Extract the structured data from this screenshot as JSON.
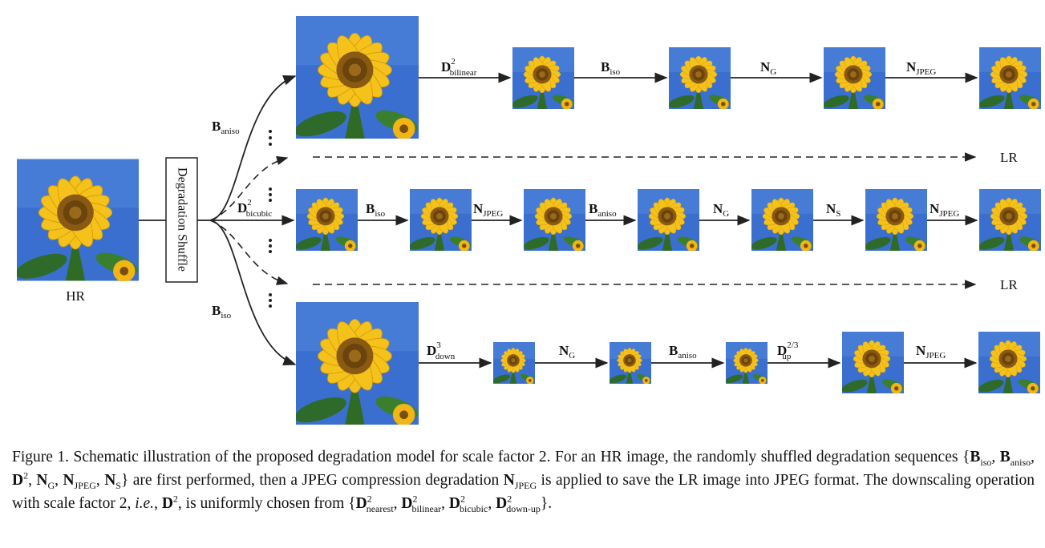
{
  "figure": {
    "hr_label": "HR",
    "shuffle_label": "Degradation Shuffle",
    "lr_label_1": "LR",
    "lr_label_2": "LR",
    "branch_labels": {
      "b_aniso": {
        "sym": "B",
        "sub": "aniso"
      },
      "d2_bicubic": {
        "sym": "D",
        "sub": "bicubic",
        "sup": "2"
      },
      "b_iso": {
        "sym": "B",
        "sub": "iso"
      }
    },
    "row1_ops": [
      {
        "sym": "D",
        "sub": "bilinear",
        "sup": "2"
      },
      {
        "sym": "B",
        "sub": "iso",
        "sup": ""
      },
      {
        "sym": "N",
        "sub": "G",
        "sup": ""
      },
      {
        "sym": "N",
        "sub": "JPEG",
        "sup": ""
      }
    ],
    "row2_ops": [
      {
        "sym": "B",
        "sub": "iso",
        "sup": ""
      },
      {
        "sym": "N",
        "sub": "JPEG",
        "sup": ""
      },
      {
        "sym": "B",
        "sub": "aniso",
        "sup": ""
      },
      {
        "sym": "N",
        "sub": "G",
        "sup": ""
      },
      {
        "sym": "N",
        "sub": "S",
        "sup": ""
      },
      {
        "sym": "N",
        "sub": "JPEG",
        "sup": ""
      }
    ],
    "row3_ops": [
      {
        "sym": "D",
        "sub": "down",
        "sup": "3"
      },
      {
        "sym": "N",
        "sub": "G",
        "sup": ""
      },
      {
        "sym": "B",
        "sub": "aniso",
        "sup": ""
      },
      {
        "sym": "D",
        "sub": "up",
        "sup": "2/3"
      },
      {
        "sym": "N",
        "sub": "JPEG",
        "sup": ""
      }
    ],
    "colors": {
      "sky": "#3a6fcf",
      "petal": "#f4c21a",
      "center": "#8a5a12",
      "leaf": "#2e6b2a"
    }
  },
  "caption": {
    "t1": "Figure 1. Schematic illustration of the proposed degradation model for scale factor 2. For an HR image, the randomly shuffled degradation sequences ",
    "t2": " are first performed, then a JPEG compression degradation ",
    "t3": " is applied to save the LR image into JPEG format. The downscaling operation with scale factor 2, ",
    "t_ie": "i.e.",
    "t4": ", ",
    "t5": ", is uniformly chosen from ",
    "t6": ".",
    "seq_open": "{",
    "seq_close": "}",
    "comma": ", ",
    "B": "B",
    "D": "D",
    "N": "N",
    "iso": "iso",
    "aniso": "aniso",
    "G": "G",
    "JPEG": "JPEG",
    "S": "S",
    "two": "2",
    "nearest": "nearest",
    "bilinear": "bilinear",
    "bicubic": "bicubic",
    "downup": "down-up"
  }
}
